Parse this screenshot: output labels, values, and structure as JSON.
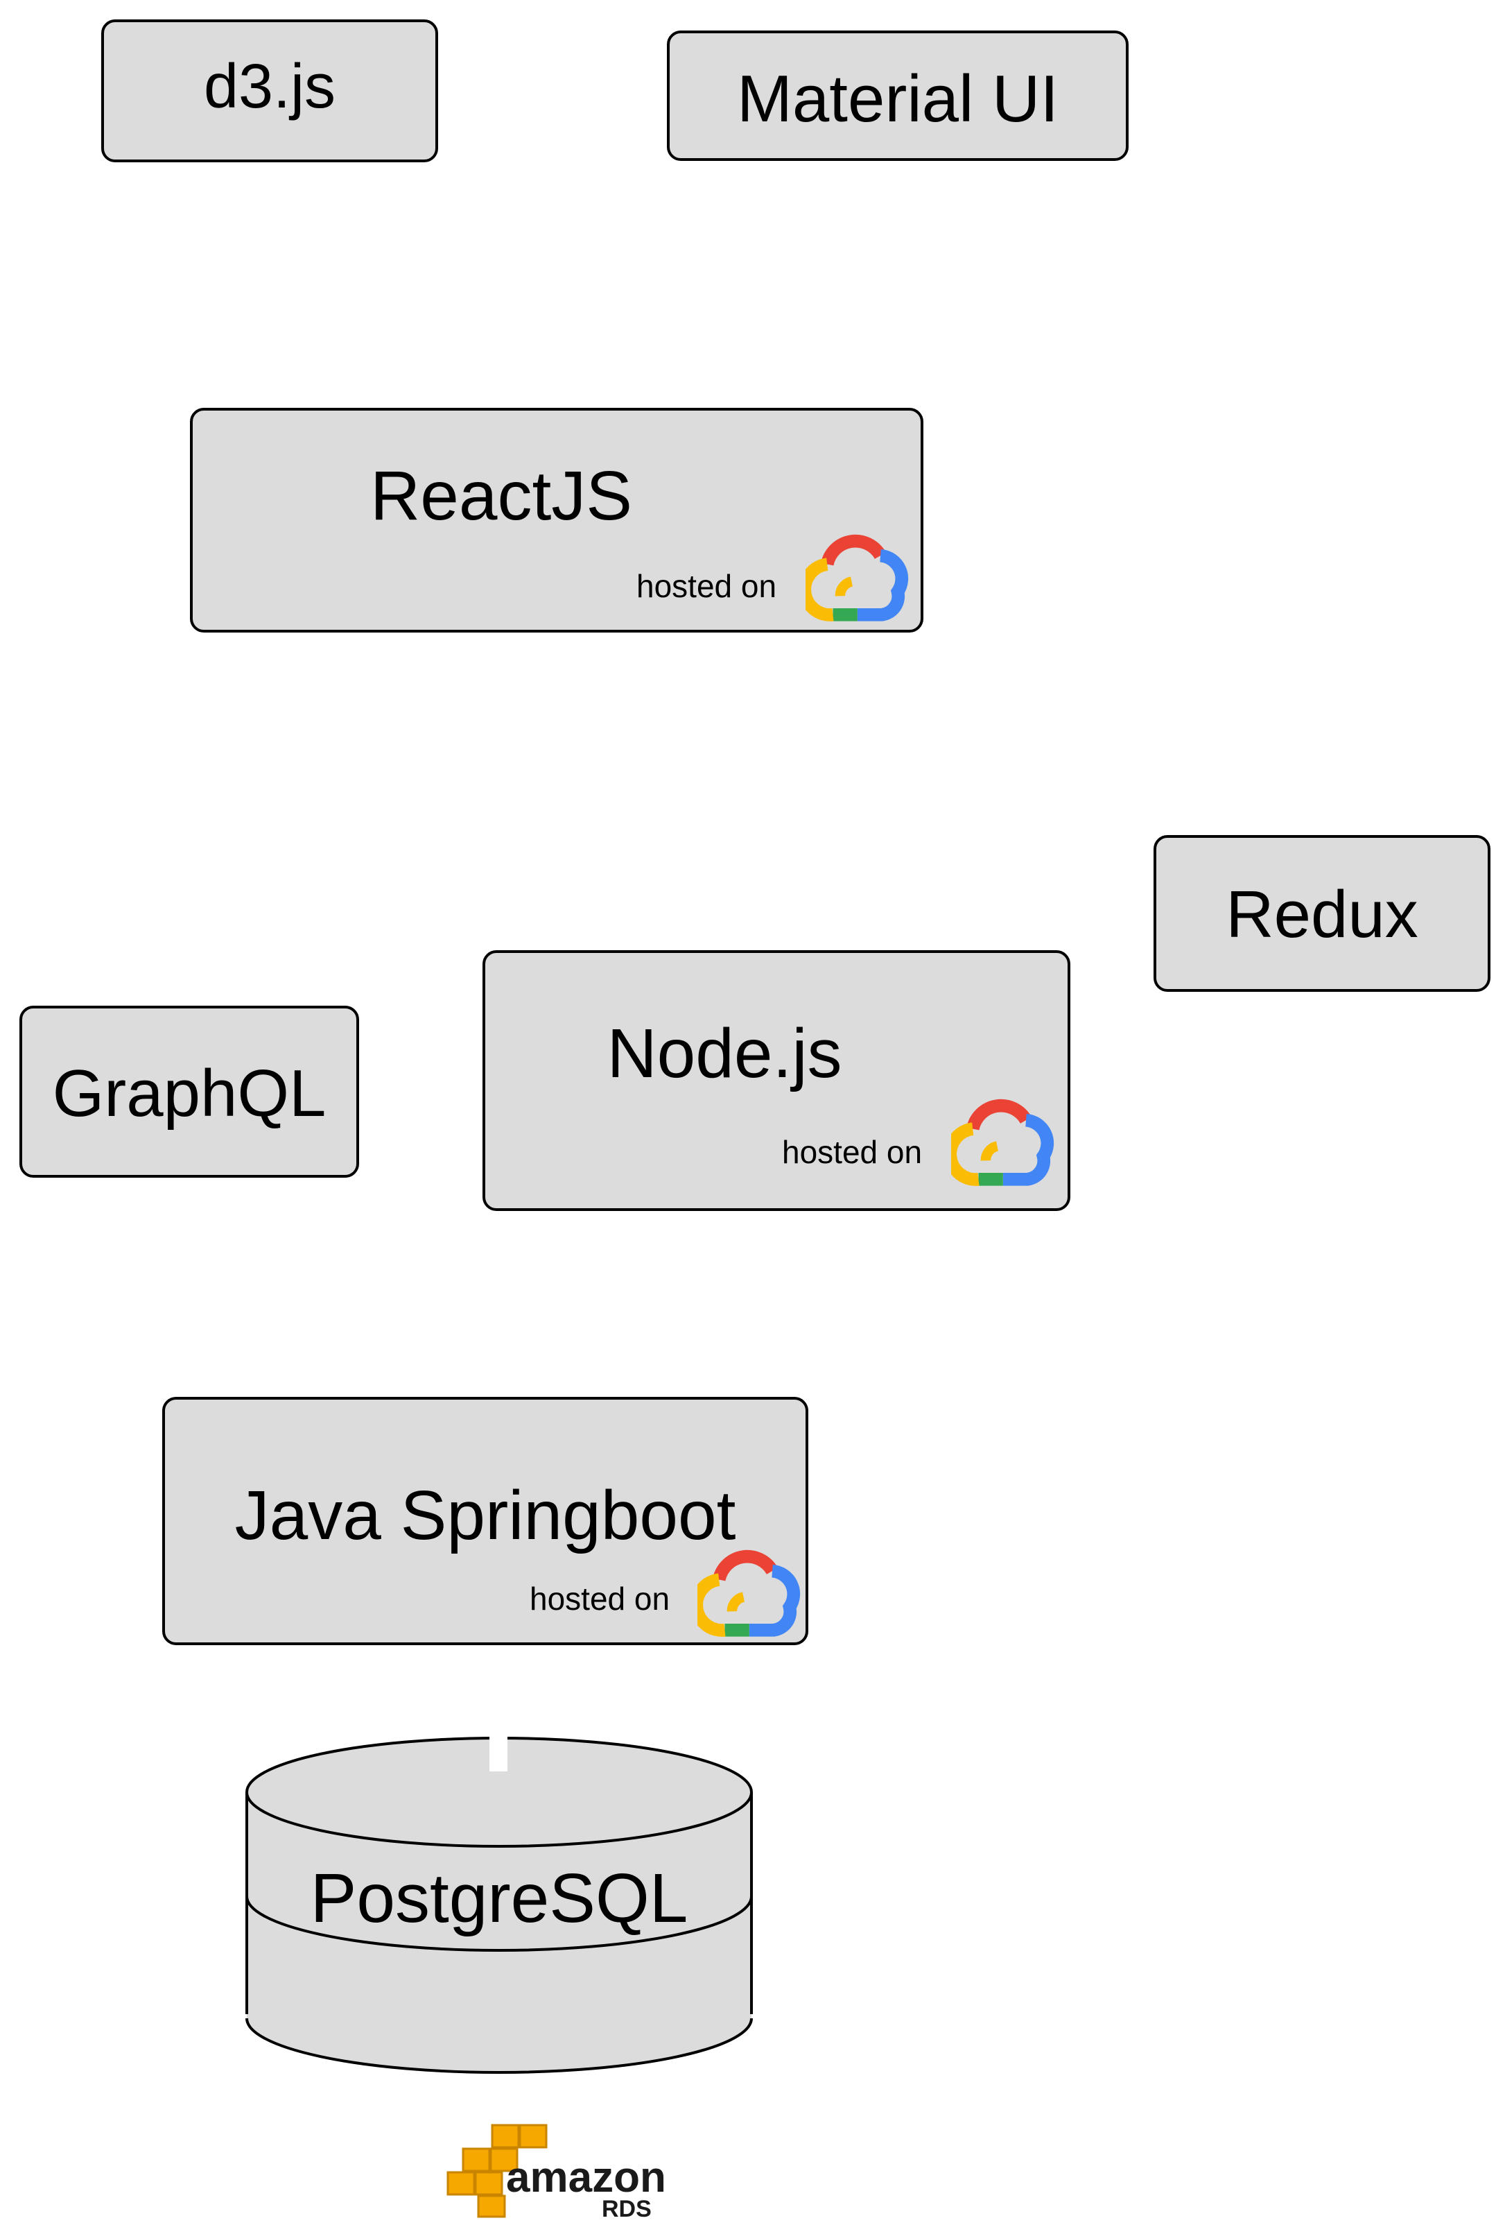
{
  "nodes": {
    "d3": {
      "label": "d3.js"
    },
    "material_ui": {
      "label": "Material UI"
    },
    "reactjs": {
      "label": "ReactJS",
      "hosted_text": "hosted on"
    },
    "redux": {
      "label": "Redux"
    },
    "graphql": {
      "label": "GraphQL"
    },
    "nodejs": {
      "label": "Node.js",
      "hosted_text": "hosted on"
    },
    "java": {
      "label": "Java Springboot",
      "hosted_text": "hosted on"
    },
    "postgres": {
      "label": "PostgreSQL"
    }
  },
  "rds_logo": {
    "word": "amazon",
    "sub": "RDS"
  },
  "colors": {
    "box_fill": "#dcdcdc",
    "google_red": "#EA4335",
    "google_blue": "#4285F4",
    "google_green": "#34A853",
    "google_yellow": "#FBBC05",
    "aws_orange": "#F7A800"
  },
  "icons": [
    "google-cloud-icon",
    "amazon-rds-logo"
  ]
}
